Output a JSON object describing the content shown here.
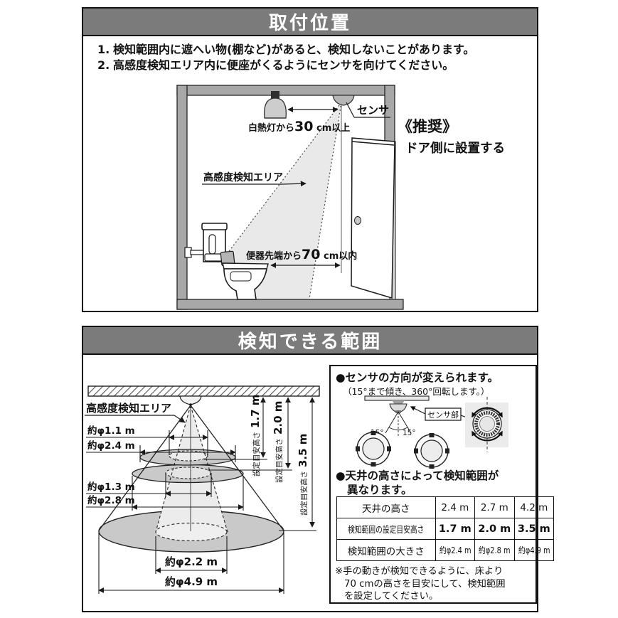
{
  "colors": {
    "header_bg": "#7b7b7b",
    "wall_gray": "#a8a8a8",
    "cone_fill": "#e9e9e9",
    "ellipse_gray": "#c9c9c9",
    "line": "#1a1a1a"
  },
  "panel1": {
    "title": "取付位置",
    "instructions": [
      {
        "num": "1.",
        "text": "検知範囲内に遮へい物(棚など)があると、検知しないことがあります。"
      },
      {
        "num": "2.",
        "text": "高感度検知エリア内に便座がくるようにセンサを向けてください。"
      }
    ],
    "diagram": {
      "sensor_label": "センサ",
      "lamp_dim": {
        "prefix": "白熱灯から",
        "value": "30",
        "suffix": " cm以上"
      },
      "area_label": "高感度検知エリア",
      "toilet_dim": {
        "prefix": "便器先端から",
        "value": "70",
        "suffix": " cm以内"
      },
      "recommend_title": "《推奨》",
      "recommend_body": "ドア側に設置する"
    }
  },
  "panel2": {
    "title": "検知できる範囲",
    "cone": {
      "area_label": "高感度検知エリア",
      "dia": {
        "d11": "約φ1.1 m",
        "d24": "約φ2.4 m",
        "d13": "約φ1.3 m",
        "d28": "約φ2.8 m",
        "d22": "約φ2.2 m",
        "d49": "約φ4.9 m"
      },
      "heights": [
        {
          "label": "設定目安高さ",
          "value": "1.7 m"
        },
        {
          "label": "設定目安高さ",
          "value": "2.0 m"
        },
        {
          "label": "設定目安高さ",
          "value": "3.5 m"
        }
      ]
    },
    "direction": {
      "heading": "●センサの方向が変えられます。",
      "subheading": "（15°まで傾き、360°回転します。）",
      "sensor_part": "センサ部",
      "angle_left": "15°",
      "angle_right": "15°"
    },
    "ceiling": {
      "heading1": "●天井の高さによって検知範囲が",
      "heading2": "異なります。",
      "table": {
        "rows": [
          {
            "label": "天井の高さ",
            "values": [
              "2.4 m",
              "2.7 m",
              "4.2 m"
            ]
          },
          {
            "label": "検知範囲の設定目安高さ",
            "values": [
              "1.7 m",
              "2.0 m",
              "3.5 m"
            ]
          },
          {
            "label": "検知範囲の大きさ",
            "values": [
              "約φ2.4 m",
              "約φ2.8 m",
              "約φ4.9 m"
            ]
          }
        ]
      },
      "note": [
        "※手の動きが検知できるように、床より",
        "70 cmの高さを目安にして、検知範囲",
        "を設定してください。"
      ]
    }
  }
}
